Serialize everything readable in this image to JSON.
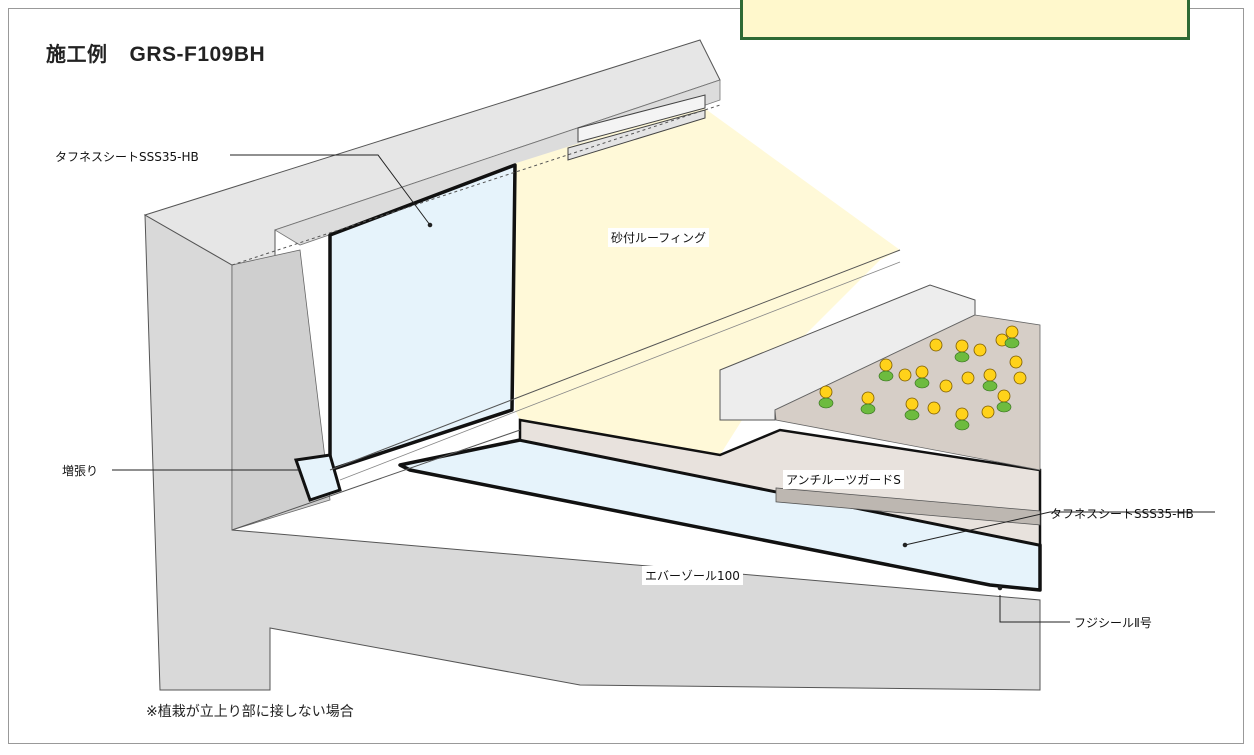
{
  "title": {
    "prefix": "施工例",
    "code": "GRS-F109BH"
  },
  "labels": {
    "sheet_top": "タフネスシートSSS35-HB",
    "roofing": "砂付ルーフィング",
    "reinforce": "増張り",
    "root_guard": "アンチルーツガードS",
    "sheet_right": "タフネスシートSSS35-HB",
    "insulation": "エバーゾール100",
    "sealant": "フジシールⅡ号"
  },
  "note": "※植栽が立上り部に接しない場合",
  "colors": {
    "concrete": "#d9d9d9",
    "concrete_dark": "#c4c4c4",
    "sheet_blue": "#e6f3fb",
    "roofing_yellow": "#fff9d8",
    "callout_fill": "#fff8cc",
    "callout_border": "#2f6a34",
    "soil": "#d6cec7",
    "flower": "#ffd21a",
    "leaf": "#6dbb3f"
  }
}
